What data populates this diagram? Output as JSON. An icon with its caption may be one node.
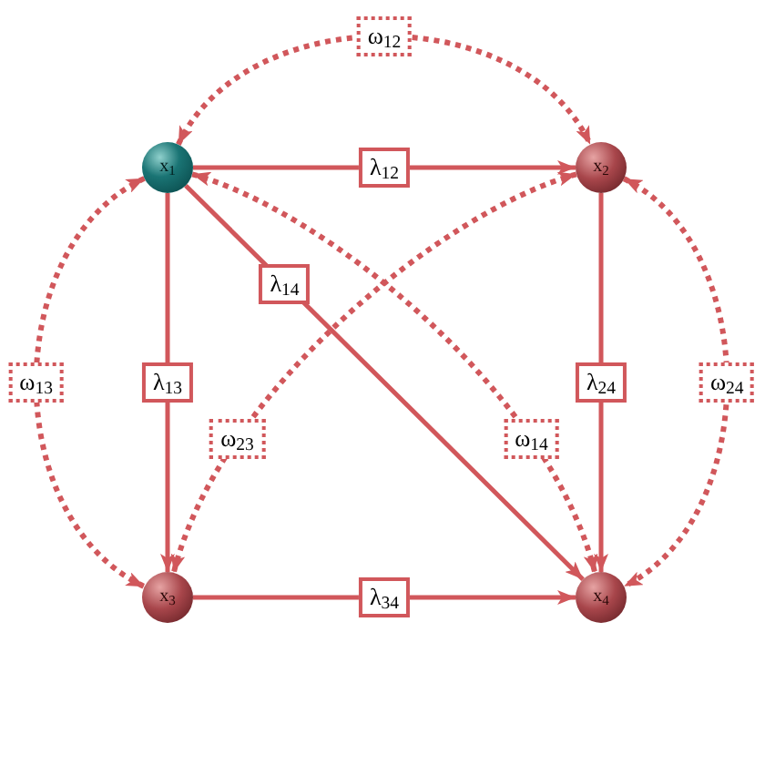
{
  "diagram": {
    "nodes": [
      {
        "text": [
          "x$_{1}$"
        ]
      },
      {
        "text": [
          "x$_{2}$"
        ]
      },
      {
        "text": [
          "x$_{3}$"
        ]
      },
      {
        "text": [
          "x$_{4}$"
        ]
      }
    ],
    "edges": [
      {
        "from": 0,
        "to": 1,
        "arrow": "to",
        "label": "λ$_{12}$"
      },
      {
        "from": 0,
        "to": 2,
        "arrow": "to",
        "label": "λ$_{13}$"
      },
      {
        "from": 0,
        "to": 3,
        "arrow": "to",
        "label": "λ$_{14}$"
      },
      {
        "from": 1,
        "to": 3,
        "arrow": "to",
        "label": "λ$_{24}$"
      },
      {
        "from": 2,
        "to": 3,
        "arrow": "to",
        "label": "λ$_{34}$"
      },
      {
        "from": 0,
        "to": 1,
        "arrow": "both",
        "label": "ω$_{12}$",
        "style": "dashed"
      },
      {
        "from": 0,
        "to": 2,
        "arrow": "both",
        "label": "ω$_{13}$",
        "style": "dashed"
      },
      {
        "from": 0,
        "to": 3,
        "arrow": "both",
        "label": "ω$_{14}$",
        "style": "dashed"
      },
      {
        "from": 1,
        "to": 2,
        "arrow": "both",
        "label": "ω$_{23}$",
        "style": "dashed"
      },
      {
        "from": 1,
        "to": 3,
        "arrow": "both",
        "label": "ω$_{24}$",
        "style": "dashed"
      }
    ]
  }
}
